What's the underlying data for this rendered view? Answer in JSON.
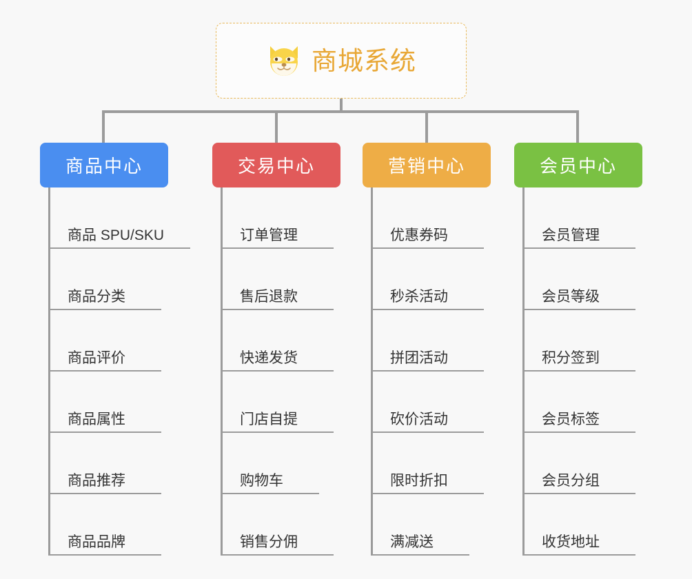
{
  "diagram": {
    "title": "商城系统",
    "type": "mind-map",
    "background_color": "#f8f8f8",
    "connector_color": "#9b9b9b",
    "root": {
      "label": "商城系统",
      "icon": "shiba-dog-face-icon",
      "text_color": "#e8a735",
      "border_color": "#e8b95a",
      "border_style": "dashed",
      "background_color": "#fcfcfc"
    },
    "branches": [
      {
        "label": "商品中心",
        "color": "#4a8ef0",
        "text_color": "#ffffff",
        "items": [
          {
            "label": "商品 SPU/SKU",
            "rule_width": 206
          },
          {
            "label": "商品分类",
            "rule_width": 164
          },
          {
            "label": "商品评价",
            "rule_width": 164
          },
          {
            "label": "商品属性",
            "rule_width": 164
          },
          {
            "label": "商品推荐",
            "rule_width": 164
          },
          {
            "label": "商品品牌",
            "rule_width": 164
          }
        ]
      },
      {
        "label": "交易中心",
        "color": "#e15a5a",
        "text_color": "#ffffff",
        "items": [
          {
            "label": "订单管理",
            "rule_width": 164
          },
          {
            "label": "售后退款",
            "rule_width": 164
          },
          {
            "label": "快递发货",
            "rule_width": 164
          },
          {
            "label": "门店自提",
            "rule_width": 164
          },
          {
            "label": "购物车",
            "rule_width": 143
          },
          {
            "label": "销售分佣",
            "rule_width": 164
          }
        ]
      },
      {
        "label": "营销中心",
        "color": "#eead46",
        "text_color": "#ffffff",
        "items": [
          {
            "label": "优惠券码",
            "rule_width": 164
          },
          {
            "label": "秒杀活动",
            "rule_width": 164
          },
          {
            "label": "拼团活动",
            "rule_width": 164
          },
          {
            "label": "砍价活动",
            "rule_width": 164
          },
          {
            "label": "限时折扣",
            "rule_width": 164
          },
          {
            "label": "满减送",
            "rule_width": 143
          }
        ]
      },
      {
        "label": "会员中心",
        "color": "#7ac143",
        "text_color": "#ffffff",
        "items": [
          {
            "label": "会员管理",
            "rule_width": 164
          },
          {
            "label": "会员等级",
            "rule_width": 164
          },
          {
            "label": "积分签到",
            "rule_width": 164
          },
          {
            "label": "会员标签",
            "rule_width": 164
          },
          {
            "label": "会员分组",
            "rule_width": 164
          },
          {
            "label": "收货地址",
            "rule_width": 164
          }
        ]
      }
    ]
  }
}
